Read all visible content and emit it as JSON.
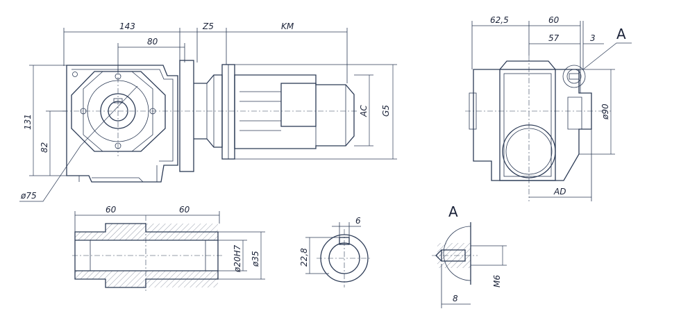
{
  "front_view": {
    "dim_overall": "143",
    "dim_flange_gap": "Z5",
    "dim_motor_len": "KM",
    "dim_centers": "80",
    "dim_height": "131",
    "dim_axis_height": "82",
    "dim_bolt_circle": "ø75",
    "dim_ac": "AC",
    "dim_g5": "G5"
  },
  "side_view": {
    "dim_a": "62,5",
    "dim_b": "60",
    "dim_c": "57",
    "dim_d": "3",
    "dim_dia": "ø90",
    "dim_ad": "AD",
    "detail_callout": "A"
  },
  "shaft_section": {
    "dim_left": "60",
    "dim_right": "60",
    "dim_bore": "ø20H7",
    "dim_outer": "ø35"
  },
  "keyway_section": {
    "dim_key_width": "6",
    "dim_key_depth": "22,8"
  },
  "detail_a": {
    "title": "A",
    "dim_thread": "M6",
    "dim_depth": "8"
  }
}
